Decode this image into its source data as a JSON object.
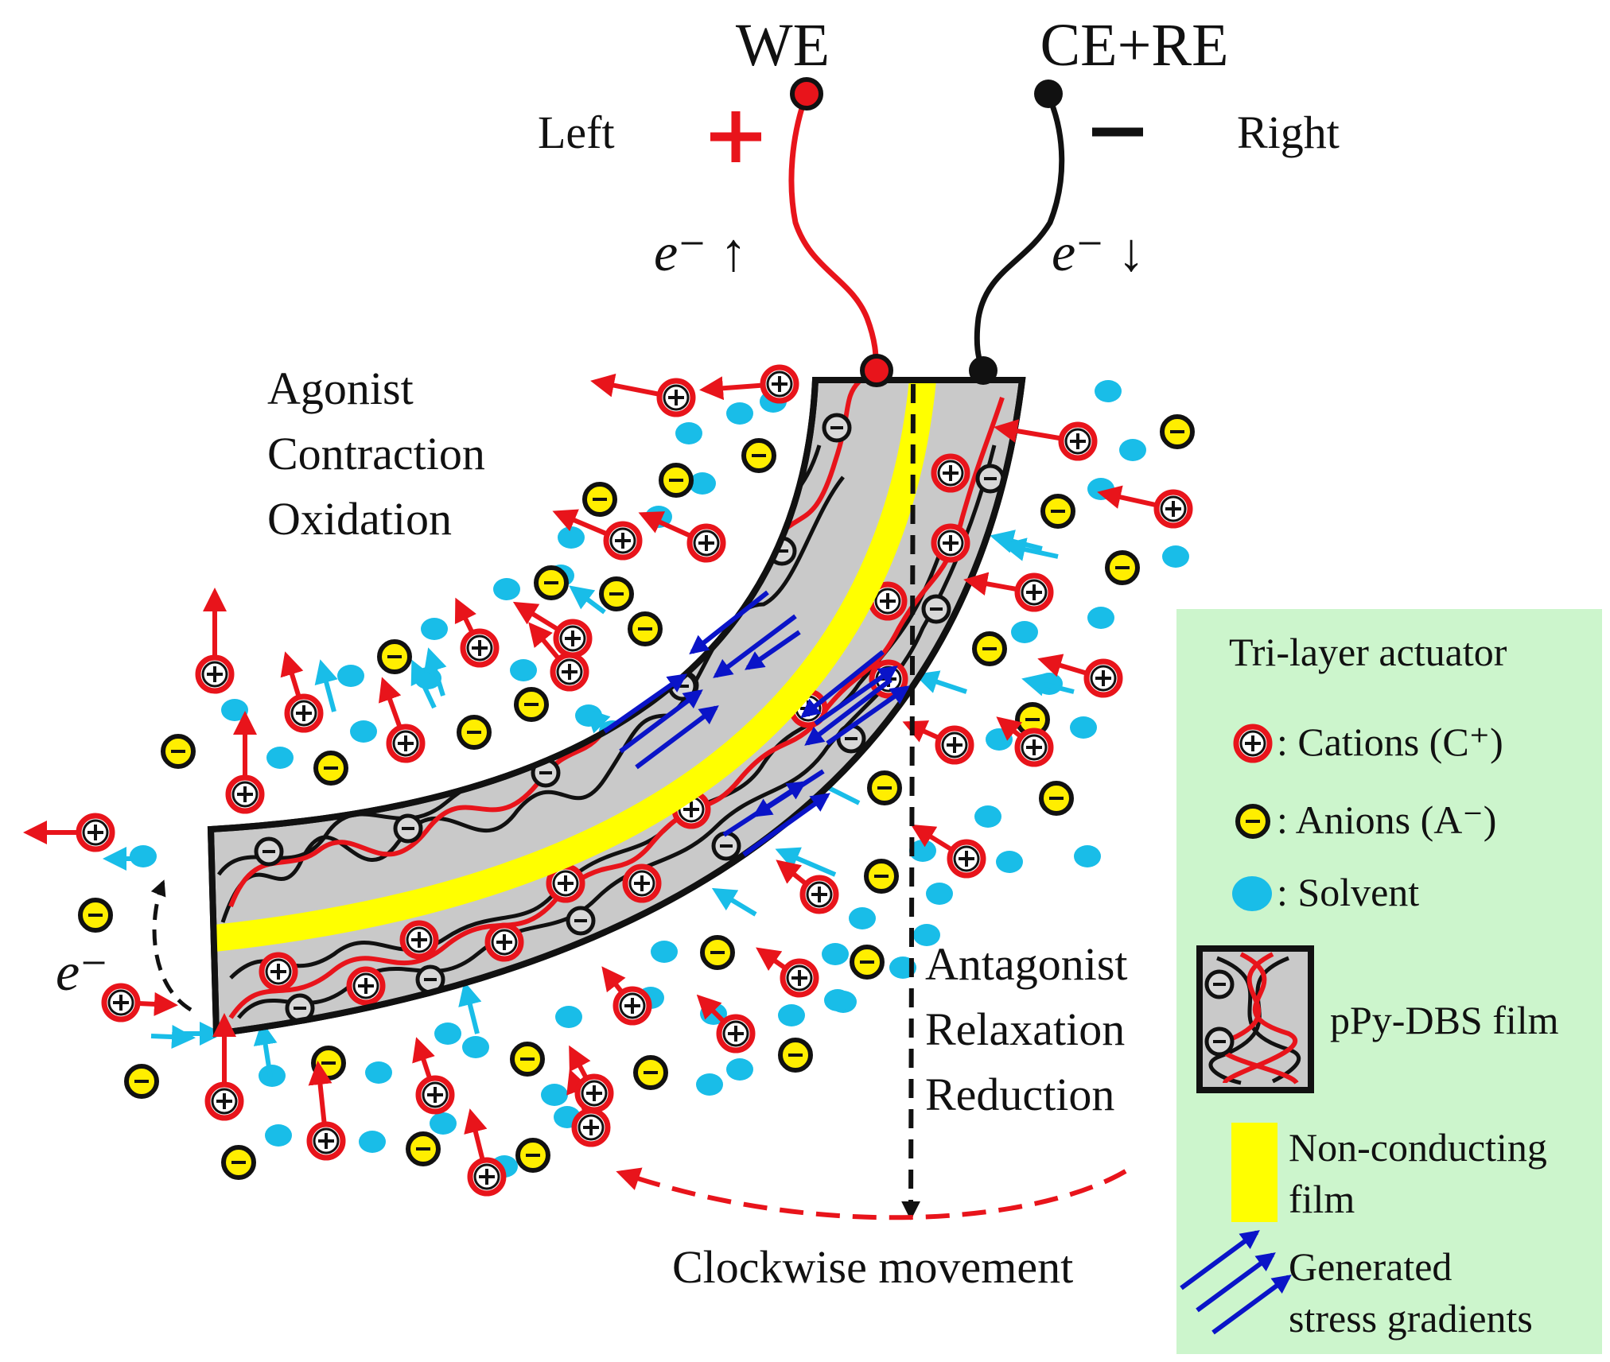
{
  "labels": {
    "we": "WE",
    "ce_re": "CE+RE",
    "left": "Left",
    "right": "Right",
    "plus": "+",
    "minus": "−",
    "e_up": "e⁻ ↑",
    "e_down": "e⁻ ↓",
    "e_left": "e⁻",
    "agonist": [
      "Agonist",
      "Contraction",
      "Oxidation"
    ],
    "antagonist": [
      "Antagonist",
      "Relaxation",
      "Reduction"
    ],
    "movement": "Clockwise movement"
  },
  "legend": {
    "title": "Tri-layer actuator",
    "cations": ": Cations (C⁺)",
    "anions": ": Anions (A⁻)",
    "solvent": ": Solvent",
    "film": "pPy-DBS film",
    "nonconducting": [
      "Non-conducting",
      "film"
    ],
    "stress": [
      "Generated",
      "stress gradients"
    ]
  },
  "colors": {
    "cation": "#e8141b",
    "anion_fill": "#ffee00",
    "solvent": "#19bde8",
    "film": "#c9c9c9",
    "nonconducting": "#ffff00",
    "stress": "#0a14c8",
    "legend_bg": "#ccf5cc",
    "wire_we": "#e8141b",
    "wire_ce": "#111111"
  }
}
